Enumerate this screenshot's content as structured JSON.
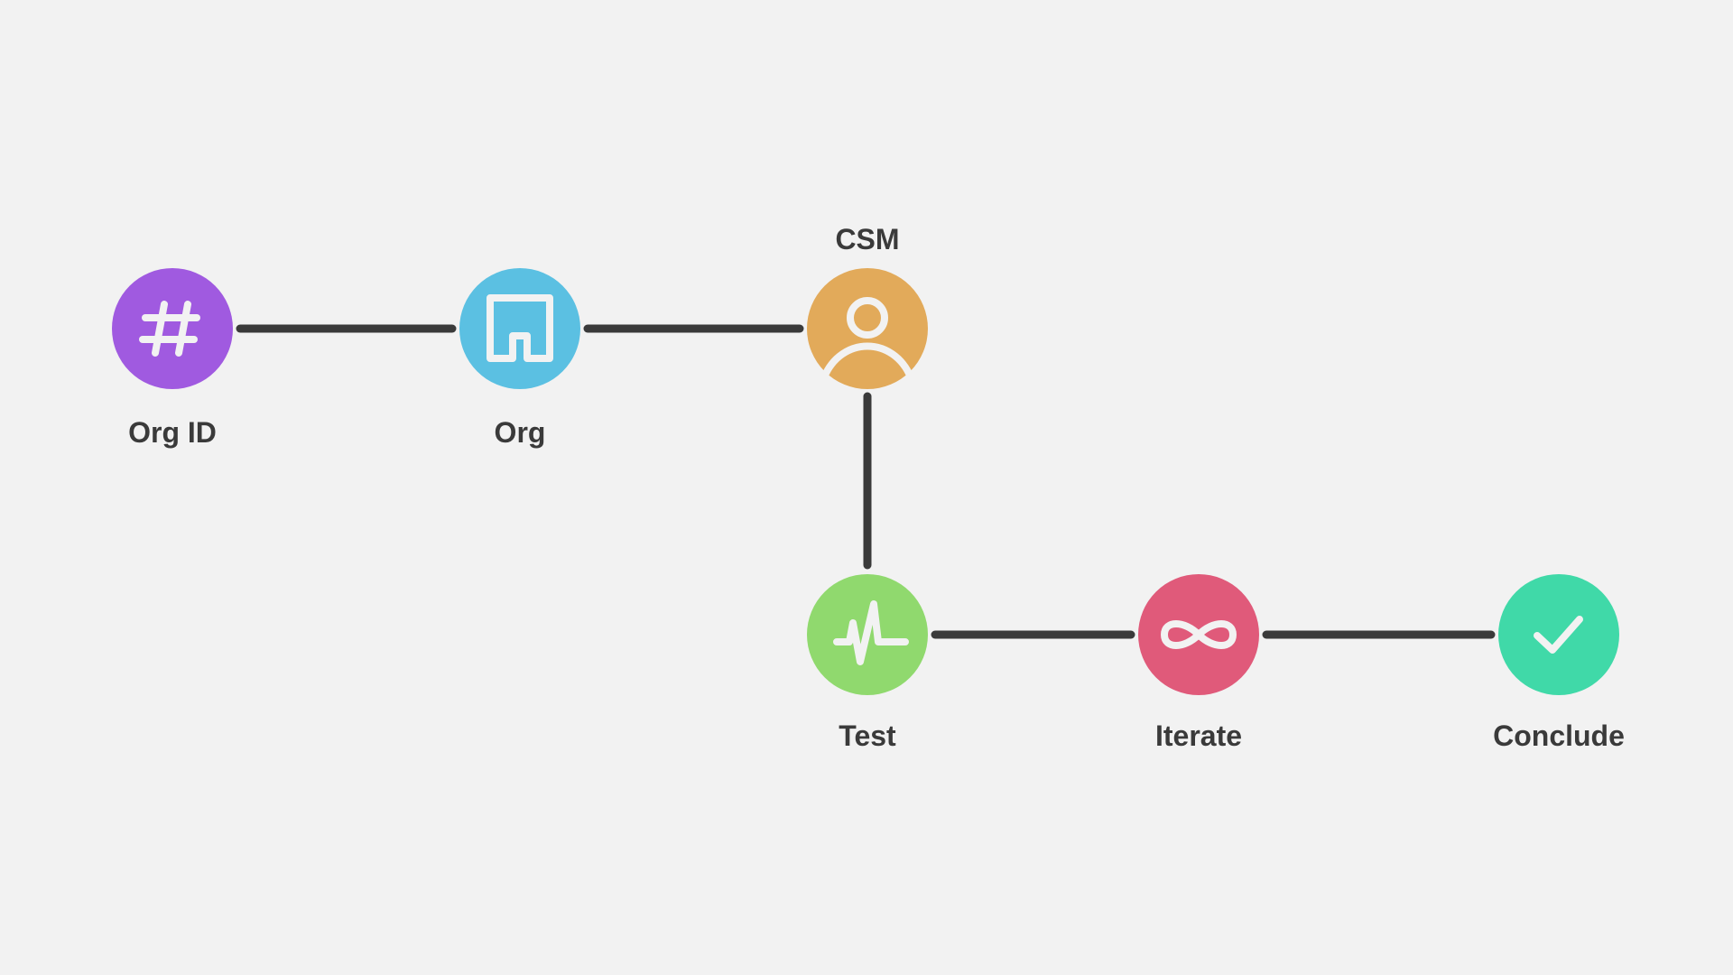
{
  "diagram": {
    "background": "#f2f2f2",
    "connector_color": "#3a3a3a",
    "nodes": [
      {
        "id": "org-id",
        "label": "Org ID",
        "icon": "hash-icon",
        "color": "#a05ae0"
      },
      {
        "id": "org",
        "label": "Org",
        "icon": "building-icon",
        "color": "#5bc0e2"
      },
      {
        "id": "csm",
        "label": "CSM",
        "icon": "user-icon",
        "color": "#e2aa5a"
      },
      {
        "id": "test",
        "label": "Test",
        "icon": "pulse-icon",
        "color": "#90d96e"
      },
      {
        "id": "iterate",
        "label": "Iterate",
        "icon": "infinity-icon",
        "color": "#e05a7a"
      },
      {
        "id": "conclude",
        "label": "Conclude",
        "icon": "check-icon",
        "color": "#40d9a8"
      }
    ],
    "edges": [
      {
        "from": "org-id",
        "to": "org"
      },
      {
        "from": "org",
        "to": "csm"
      },
      {
        "from": "csm",
        "to": "test"
      },
      {
        "from": "test",
        "to": "iterate"
      },
      {
        "from": "iterate",
        "to": "conclude"
      }
    ]
  }
}
